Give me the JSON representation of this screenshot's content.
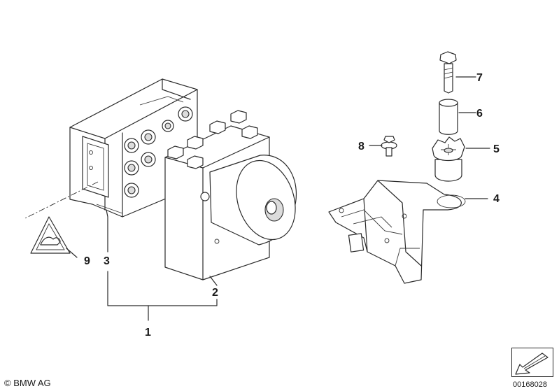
{
  "callouts": {
    "c1": "1",
    "c2": "2",
    "c3": "3",
    "c4": "4",
    "c5": "5",
    "c6": "6",
    "c7": "7",
    "c8": "8",
    "c9": "9"
  },
  "footer": {
    "copyright": "© BMW AG",
    "image_number": "00168028"
  }
}
